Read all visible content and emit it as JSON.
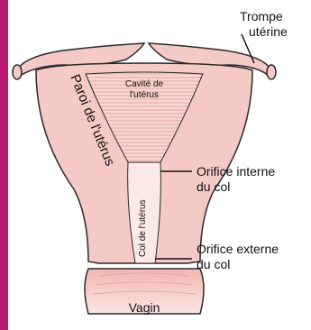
{
  "labels": {
    "trompe_line1": "Trompe",
    "trompe_line2": "utérine",
    "cavite_line1": "Cavité de",
    "cavite_line2": "l'utérus",
    "paroi": "Paroi de l'utérus",
    "col": "Col de l'utérus",
    "orifice_interne_line1": "Orifice interne",
    "orifice_interne_line2": "du col",
    "orifice_externe_line1": "Orifice externe",
    "orifice_externe_line2": "du col",
    "vagin": "Vagin"
  },
  "colors": {
    "frame": "#b8196f",
    "tissue": "#f5c9c5",
    "cavity": "#fbe9e7",
    "outline": "#2a2a2a",
    "stripe": "#e7a6a0"
  }
}
